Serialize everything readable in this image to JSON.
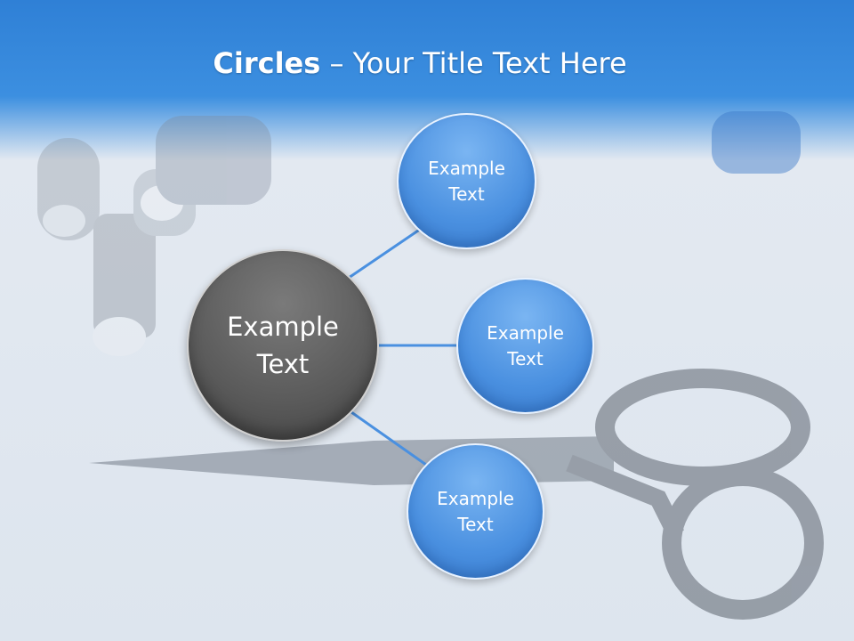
{
  "title": {
    "bold": "Circles",
    "rest": " – Your Title Text Here"
  },
  "diagram": {
    "center": {
      "label": "Example\nText"
    },
    "nodes": [
      {
        "label": "Example\nText"
      },
      {
        "label": "Example\nText"
      },
      {
        "label": "Example\nText"
      }
    ]
  },
  "colors": {
    "header": "#2f80d6",
    "node": "#4a90e0",
    "center": "#5a5a5a",
    "connector": "#4a90e0"
  }
}
